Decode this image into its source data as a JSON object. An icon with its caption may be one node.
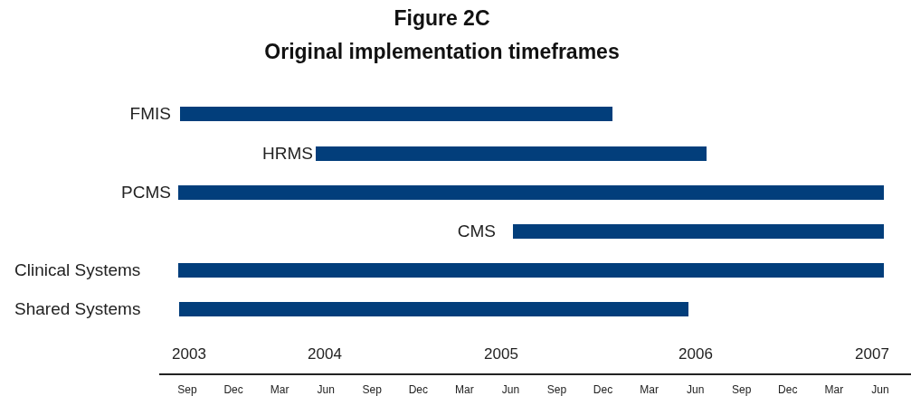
{
  "diagram": {
    "title": "Figure 2C",
    "nodes": [
      {
        "text": [],
        "shape": "bar",
        "beside": [
          "FMIS"
        ]
      },
      {
        "text": [],
        "shape": "bar",
        "beside": [
          "HRMS"
        ]
      },
      {
        "text": [],
        "shape": "bar",
        "beside": [
          "PCMS"
        ]
      },
      {
        "text": [],
        "shape": "bar",
        "beside": [
          "CMS"
        ]
      },
      {
        "text": [],
        "shape": "bar",
        "beside": [
          "Clinical Systems"
        ]
      },
      {
        "text": [],
        "shape": "bar",
        "beside": [
          "Shared Systems"
        ]
      }
    ],
    "edges": [],
    "labels": [
      "Original implementation timeframes",
      "2003",
      "2004",
      "2005",
      "2006",
      "2007",
      "Sep",
      "Dec",
      "Mar",
      "Jun",
      "Sep",
      "Dec",
      "Mar",
      "Jun",
      "Sep",
      "Dec",
      "Mar",
      "Jun",
      "Sep",
      "Dec",
      "Mar",
      "Jun"
    ]
  }
}
